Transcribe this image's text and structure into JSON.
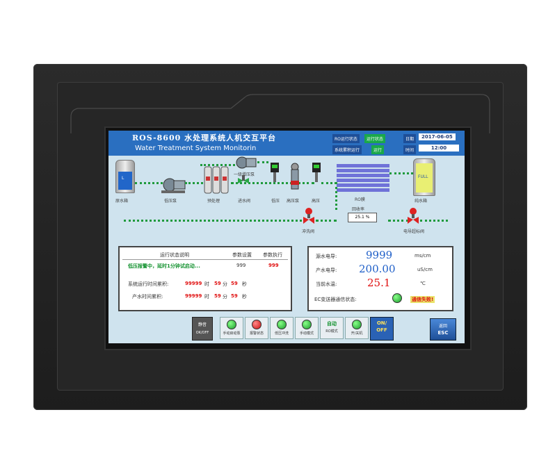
{
  "header": {
    "title_cn": "ROS-8600 水处理系统人机交互平台",
    "title_en": "Water Treatment System Monitorin",
    "ro_status_label": "RO运行状态",
    "ro_status_value": "运行状态",
    "system_label": "系统累积运行",
    "system_value": "运行",
    "date_label": "日期",
    "date_value": "2017-06-05",
    "time_label": "时间",
    "time_value": "12:00"
  },
  "diagram": {
    "labels": {
      "raw_tank": "原水箱",
      "lp_pump": "低压泵",
      "pretreat": "预处理",
      "backwash_valve": "进水阀",
      "low_pressure": "低压",
      "hp_pump": "高压泵",
      "high_pressure": "高压",
      "ro_membrane": "RO膜",
      "pure_tank": "纯水箱",
      "flush_valve": "冲洗阀",
      "ec_valve": "电导超标阀",
      "recovery_label": "回收率",
      "recovery_value": "25.1 %",
      "softener": "一级增压泵",
      "tank_level": "FULL",
      "raw_level": "L"
    }
  },
  "status_panel": {
    "header": [
      "运行状态说明",
      "参数设置",
      "参数执行"
    ],
    "alarm_text": "低压报警中，延时1分钟试启动...",
    "alarm_setting": "999",
    "alarm_exec": "999",
    "sys_runtime_label": "系统运行时间累积:",
    "sys_hours": "99999",
    "sys_minutes": "59",
    "sys_seconds": "59",
    "prod_runtime_label": "产水时间累积:",
    "prod_hours": "99999",
    "prod_minutes": "59",
    "prod_seconds": "59",
    "unit_h": "时",
    "unit_m": "分",
    "unit_s": "秒"
  },
  "readings": {
    "source_cond_label": "源水电导:",
    "source_cond_value": "9999",
    "source_cond_unit": "ms/cm",
    "prod_cond_label": "产水电导:",
    "prod_cond_value": "200.00",
    "prod_cond_unit": "uS/cm",
    "temp_label": "当前水温:",
    "temp_value": "25.1",
    "temp_unit": "℃",
    "ec_label": "EC变送器通信状态:",
    "ec_state": "通信失败!"
  },
  "bottom_bar": {
    "mute_label": "静音",
    "mute_sub": "OK/OFF",
    "buttons": [
      {
        "label": "手动启动泵",
        "lamp": "green"
      },
      {
        "label": "报警状态",
        "lamp": "red"
      },
      {
        "label": "低压冲洗",
        "lamp": "green"
      },
      {
        "label": "手动模式",
        "lamp": "green"
      },
      {
        "label": "RO模式",
        "lamp": "text"
      },
      {
        "label": "开/关机",
        "lamp": "green"
      }
    ],
    "auto_label": "自动",
    "onoff_on": "ON/",
    "onoff_off": "OFF",
    "esc_top": "返回",
    "esc_bottom": "ESC"
  },
  "colors": {
    "title_bar": "#2a6fc0",
    "screen_bg": "#cfe3ee",
    "pipe_green": "#1f9a3c",
    "alarm_red": "#e01010",
    "value_blue": "#1f5fc8"
  }
}
